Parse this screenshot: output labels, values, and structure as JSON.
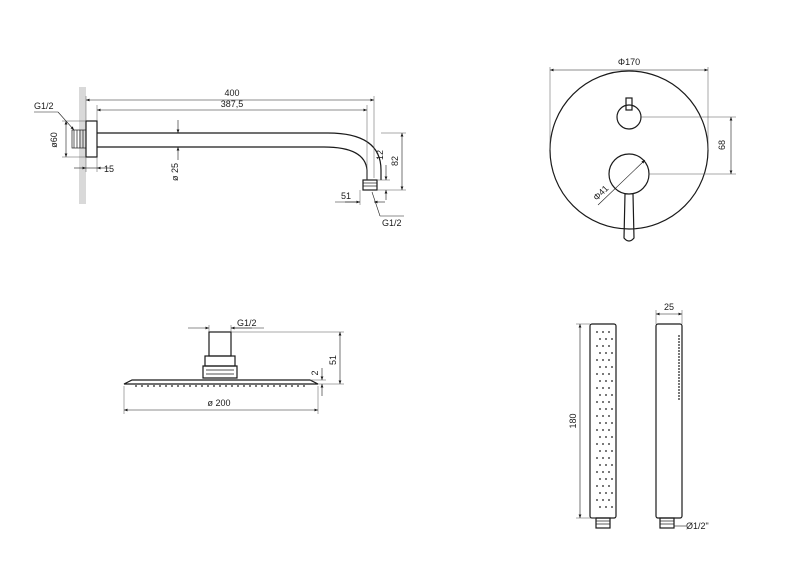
{
  "shower_arm": {
    "thread_inlet": "G1/2",
    "flange_diameter": "ø60",
    "length_total": "400",
    "length_inner": "387,5",
    "tube_diameter": "ø 25",
    "flange_depth": "15",
    "drop_height": "82",
    "outlet_height": "12",
    "outlet_offset": "51",
    "thread_outlet": "G1/2"
  },
  "mixer_plate": {
    "plate_diameter": "Φ170",
    "handle_spacing": "68",
    "lever_diameter": "Φ41"
  },
  "shower_head": {
    "thread": "G1/2",
    "height": "51",
    "thickness": "2",
    "diameter": "ø 200"
  },
  "hand_shower": {
    "length": "180",
    "width": "25",
    "thread": "Ø1/2\""
  }
}
